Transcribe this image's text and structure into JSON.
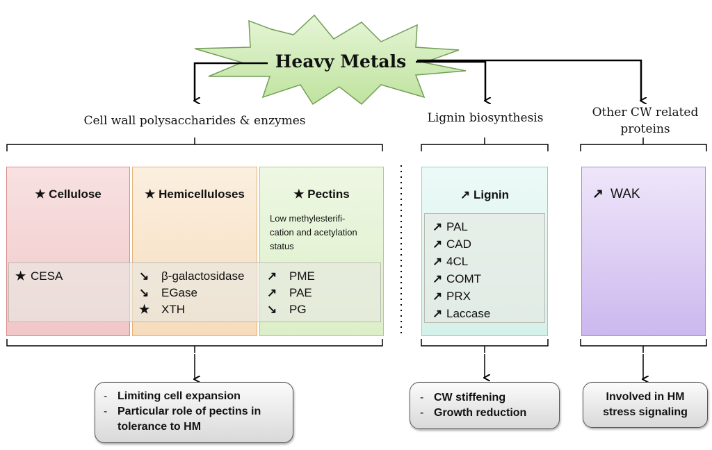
{
  "title": "Heavy Metals",
  "sections": {
    "polysaccharides": "Cell wall polysaccharides & enzymes",
    "lignin": "Lignin biosynthesis",
    "other": "Other CW related proteins"
  },
  "boxes": {
    "cellulose": {
      "heading": "★ Cellulose",
      "items": [
        {
          "symbol": "★",
          "text": "CESA"
        }
      ]
    },
    "hemicelluloses": {
      "heading": "★ Hemicelluloses",
      "items": [
        {
          "symbol": "↘",
          "text": "β-galactosidase"
        },
        {
          "symbol": "↘",
          "text": "EGase"
        },
        {
          "symbol": "★",
          "text": "XTH"
        }
      ]
    },
    "pectins": {
      "heading": "★ Pectins",
      "note_lines": [
        "Low methylesterifi-",
        "cation and acetylation",
        "status"
      ],
      "items": [
        {
          "symbol": "↗",
          "text": "PME"
        },
        {
          "symbol": "↗",
          "text": "PAE"
        },
        {
          "symbol": "↘",
          "text": "PG"
        }
      ]
    },
    "lignin": {
      "heading": "↗ Lignin",
      "items": [
        {
          "symbol": "↗",
          "text": "PAL"
        },
        {
          "symbol": "↗",
          "text": "CAD"
        },
        {
          "symbol": "↗",
          "text": "4CL"
        },
        {
          "symbol": "↗",
          "text": "COMT"
        },
        {
          "symbol": "↗",
          "text": "PRX"
        },
        {
          "symbol": "↗",
          "text": "Laccase"
        }
      ]
    },
    "wak": {
      "symbol": "↗",
      "text": "WAK"
    }
  },
  "outcomes": {
    "polysaccharides": [
      "Limiting cell expansion",
      "Particular role of pectins in",
      "tolerance to HM"
    ],
    "lignin": [
      "CW stiffening",
      "Growth reduction"
    ],
    "other": [
      "Involved in HM",
      "stress signaling"
    ]
  },
  "colors": {
    "cellulose": "#f1c7c8",
    "hemicelluloses": "#f6dcbc",
    "pectins": "#dcefc8",
    "lignin": "#d4f1ea",
    "wak": "#ccb8ee",
    "starburst": "#cdeab0"
  }
}
